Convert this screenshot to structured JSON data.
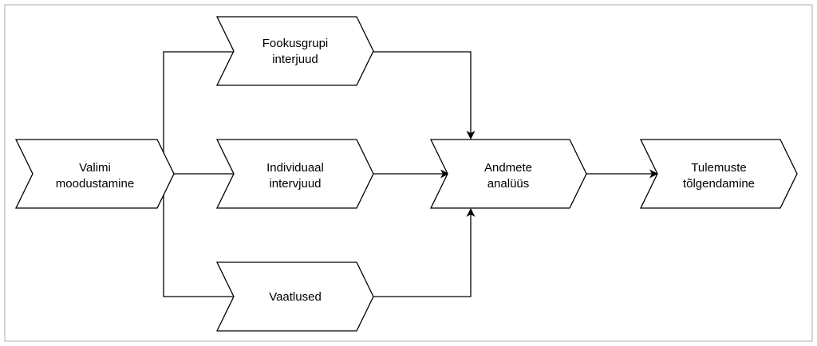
{
  "diagram": {
    "nodes": {
      "valimi": {
        "line1": "Valimi",
        "line2": "moodustamine"
      },
      "fookus": {
        "line1": "Fookusgrupi",
        "line2": "interjuud"
      },
      "individuaal": {
        "line1": "Individuaal",
        "line2": "intervjuud"
      },
      "vaatlused": {
        "line1": "Vaatlused"
      },
      "andmete": {
        "line1": "Andmete",
        "line2": "analüüs"
      },
      "tulemuste": {
        "line1": "Tulemuste",
        "line2": "tõlgendamine"
      }
    },
    "colors": {
      "stroke": "#000000",
      "fill": "#ffffff",
      "frame_border": "#c8c8c8"
    }
  }
}
